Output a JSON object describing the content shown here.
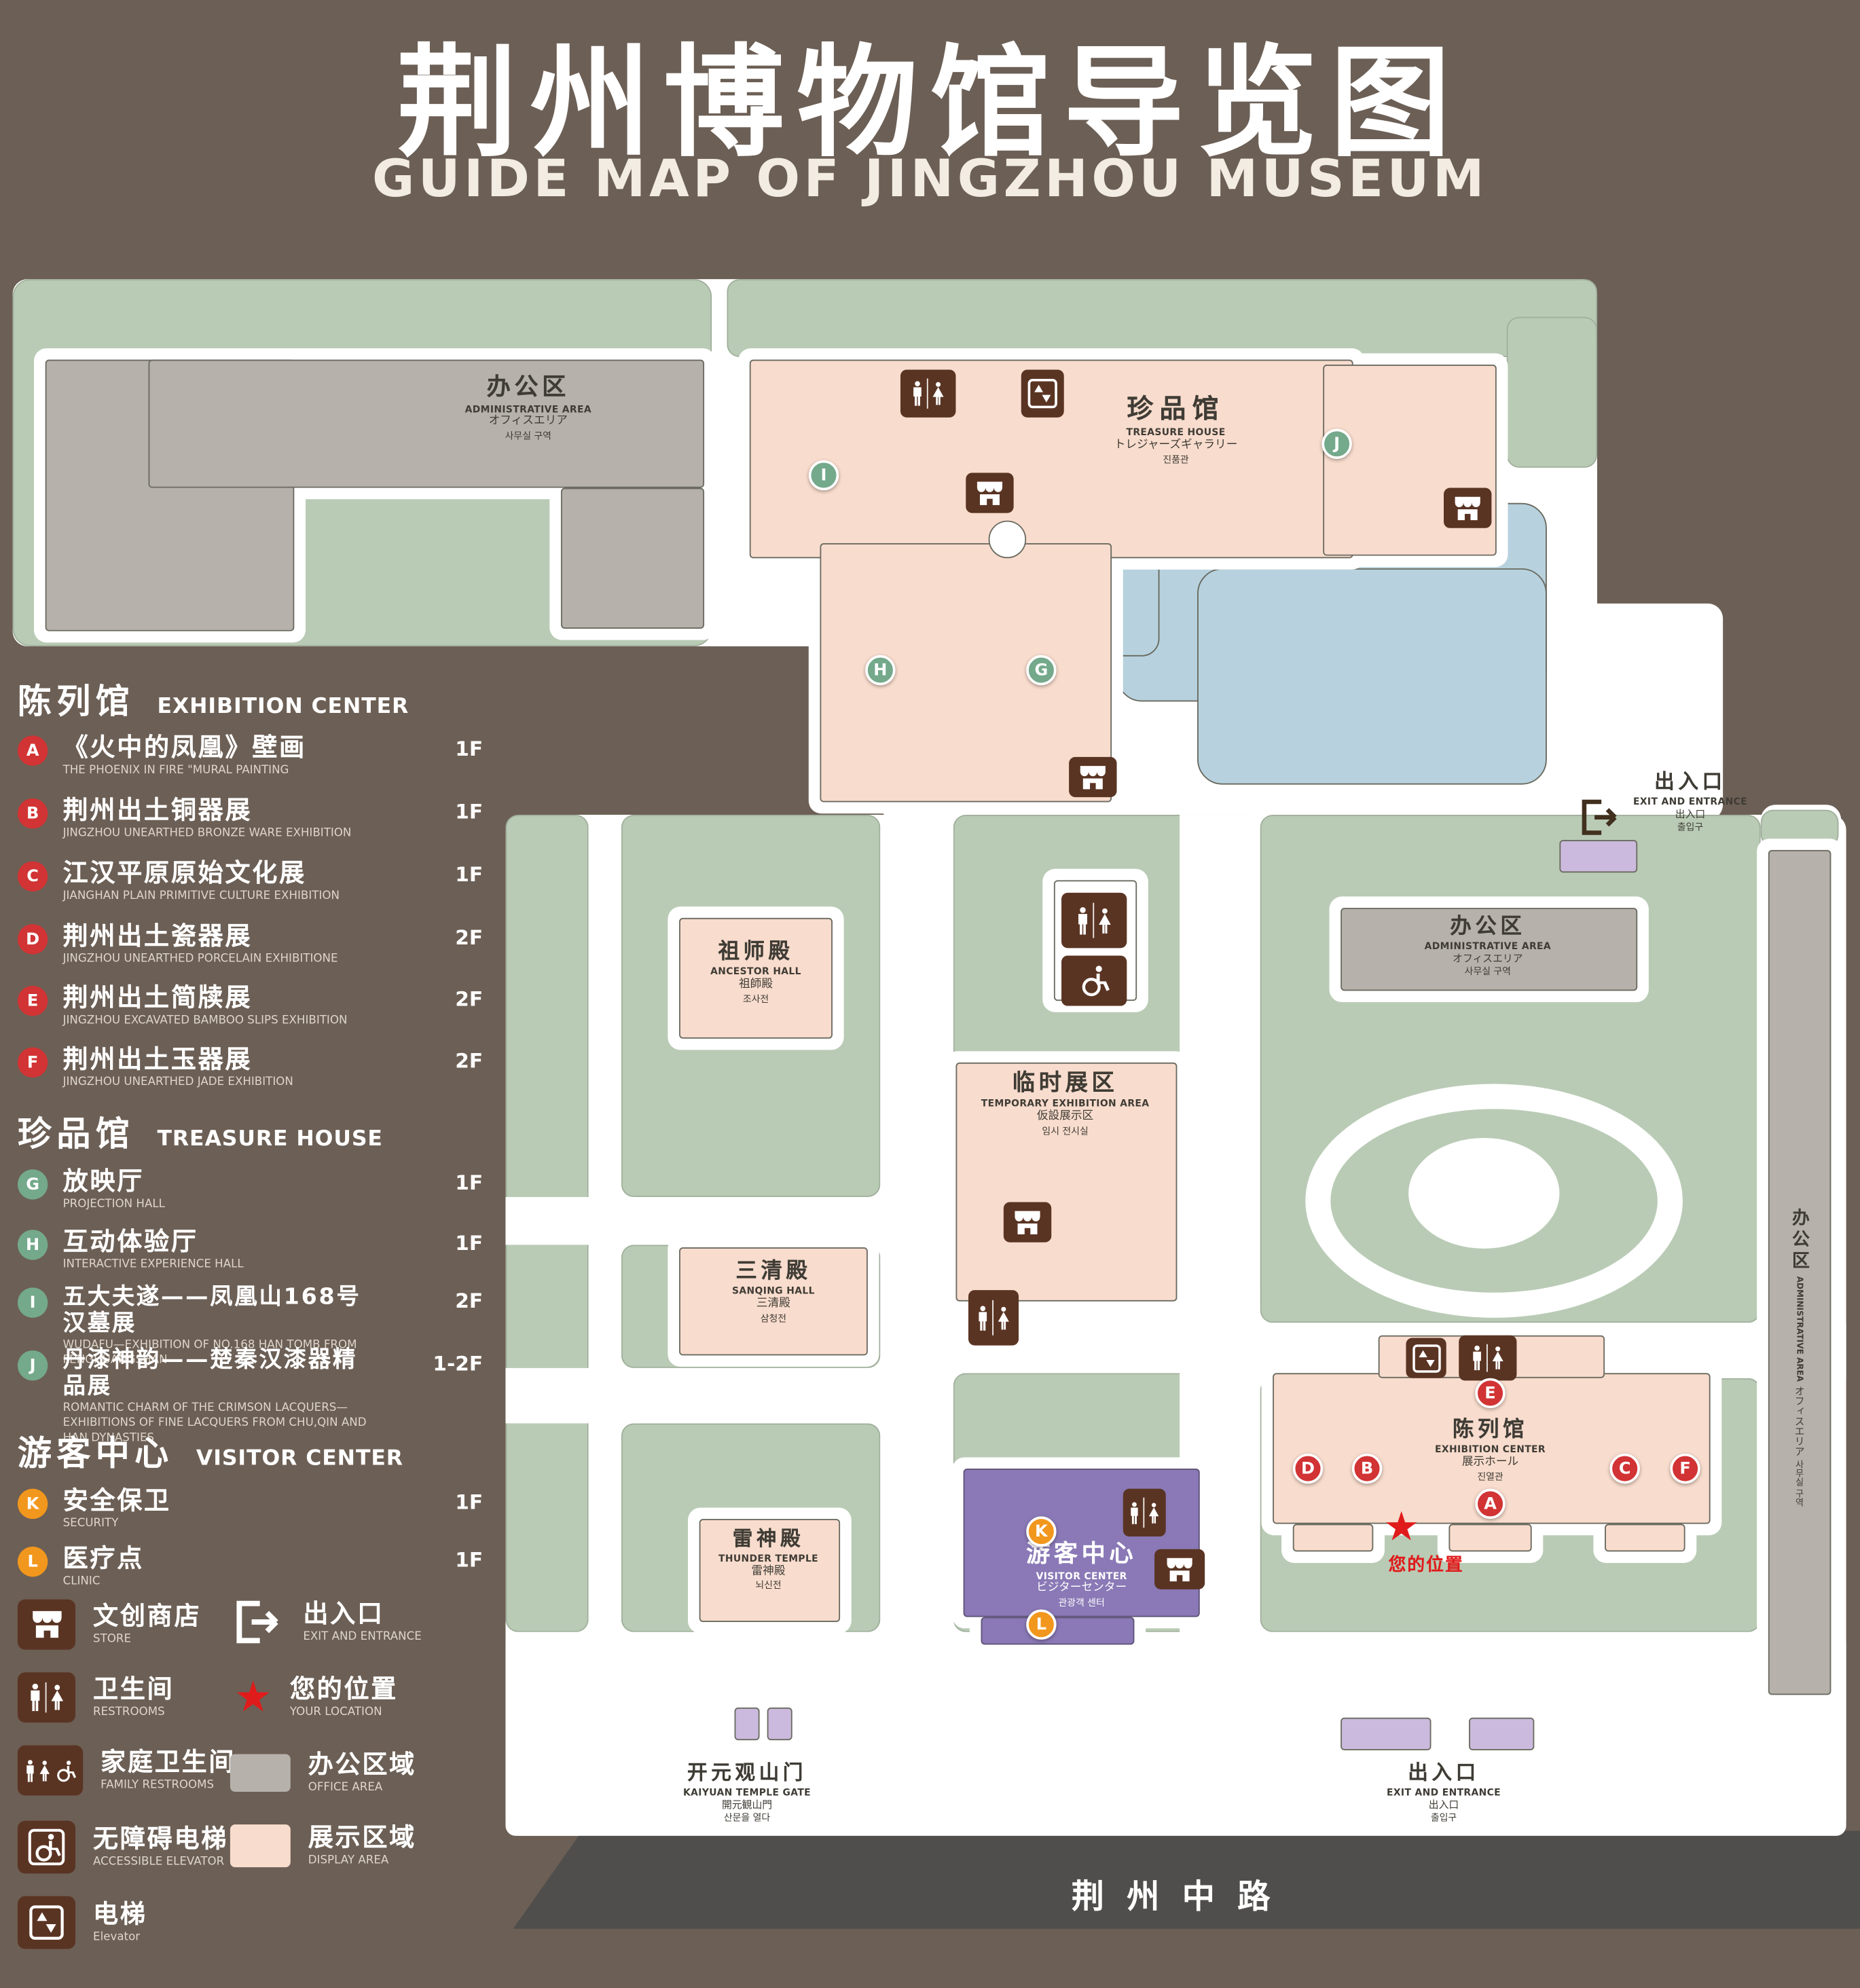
{
  "title": {
    "zh": "荆州博物馆导览图",
    "en": "GUIDE MAP OF JINGZHOU MUSEUM"
  },
  "legend": {
    "sections": [
      {
        "zh": "陈列馆",
        "en": "EXHIBITION CENTER",
        "items": [
          {
            "letter": "A",
            "zh": "《火中的凤凰》壁画",
            "en": "THE PHOENIX IN FIRE \"MURAL PAINTING",
            "floor": "1F"
          },
          {
            "letter": "B",
            "zh": "荆州出土铜器展",
            "en": "JINGZHOU UNEARTHED BRONZE WARE EXHIBITION",
            "floor": "1F"
          },
          {
            "letter": "C",
            "zh": "江汉平原原始文化展",
            "en": "JIANGHAN PLAIN PRIMITIVE CULTURE EXHIBITION",
            "floor": "1F"
          },
          {
            "letter": "D",
            "zh": "荆州出土瓷器展",
            "en": "JINGZHOU UNEARTHED PORCELAIN EXHIBITIONE",
            "floor": "2F"
          },
          {
            "letter": "E",
            "zh": "荆州出土简牍展",
            "en": "JINGZHOU EXCAVATED BAMBOO SLIPS EXHIBITION",
            "floor": "2F"
          },
          {
            "letter": "F",
            "zh": "荆州出土玉器展",
            "en": "JINGZHOU UNEARTHED JADE EXHIBITION",
            "floor": "2F"
          }
        ]
      },
      {
        "zh": "珍品馆",
        "en": "TREASURE HOUSE",
        "items": [
          {
            "letter": "G",
            "zh": "放映厅",
            "en": "PROJECTION HALL",
            "floor": "1F"
          },
          {
            "letter": "H",
            "zh": "互动体验厅",
            "en": "INTERACTIVE EXPERIENCE HALL",
            "floor": "1F"
          },
          {
            "letter": "I",
            "zh": "五大夫遂——凤凰山168号汉墓展",
            "en": "WUDAFU—EXHIBITION OF NO.168 HAN TOMB FROM FENGHUANGSHAN",
            "floor": "2F"
          },
          {
            "letter": "J",
            "zh": "丹漆神韵——楚秦汉漆器精品展",
            "en": "ROMANTIC CHARM OF THE CRIMSON LACQUERS—EXHIBITIONS OF FINE LACQUERS FROM CHU,QIN AND HAN DYNASTIES",
            "floor": "1-2F"
          }
        ]
      },
      {
        "zh": "游客中心",
        "en": "VISITOR CENTER",
        "items": [
          {
            "letter": "K",
            "zh": "安全保卫",
            "en": "SECURITY",
            "floor": "1F"
          },
          {
            "letter": "L",
            "zh": "医疗点",
            "en": "CLINIC",
            "floor": "1F"
          }
        ]
      }
    ],
    "icons": [
      {
        "zh": "文创商店",
        "en": "STORE"
      },
      {
        "zh": "出入口",
        "en": "EXIT AND ENTRANCE"
      },
      {
        "zh": "卫生间",
        "en": "RESTROOMS"
      },
      {
        "zh": "您的位置",
        "en": "YOUR LOCATION"
      },
      {
        "zh": "家庭卫生间",
        "en": "FAMILY RESTROOMS"
      },
      {
        "zh": "办公区域",
        "en": "OFFICE AREA"
      },
      {
        "zh": "无障碍电梯",
        "en": "ACCESSIBLE ELEVATOR"
      },
      {
        "zh": "展示区域",
        "en": "DISPLAY AREA"
      },
      {
        "zh": "电梯",
        "en": "Elevator"
      }
    ]
  },
  "map": {
    "admin_top": {
      "zh": "办公区",
      "en": "ADMINISTRATIVE AREA",
      "jp": "オフィスエリア",
      "kr": "사무실 구역"
    },
    "treasure": {
      "zh": "珍品馆",
      "en": "TREASURE HOUSE",
      "jp": "トレジャーズギャラリー",
      "kr": "진품관"
    },
    "exit_right": {
      "zh": "出入口",
      "en": "EXIT AND ENTRANCE",
      "jp": "出入口",
      "kr": "출입구"
    },
    "admin_right": {
      "zh": "办公区",
      "en": "ADMINISTRATIVE AREA",
      "jp": "オフィスエリア",
      "kr": "사무실 구역"
    },
    "ancestor": {
      "zh": "祖师殿",
      "en": "ANCESTOR HALL",
      "jp": "祖師殿",
      "kr": "조사전"
    },
    "temp": {
      "zh": "临时展区",
      "en": "TEMPORARY EXHIBITION AREA",
      "jp": "仮設展示区",
      "kr": "임시 전시실"
    },
    "sanqing": {
      "zh": "三清殿",
      "en": "SANQING HALL",
      "jp": "三清殿",
      "kr": "삼청전"
    },
    "thunder": {
      "zh": "雷神殿",
      "en": "THUNDER TEMPLE",
      "jp": "雷神殿",
      "kr": "뇌신전"
    },
    "visitor": {
      "zh": "游客中心",
      "en": "VISITOR CENTER",
      "jp": "ビジターセンター",
      "kr": "관광객 센터"
    },
    "exhibition": {
      "zh": "陈列馆",
      "en": "EXHIBITION CENTER",
      "jp": "展示ホール",
      "kr": "진열관"
    },
    "admin_strip": {
      "zh": "办公区",
      "en": "ADMINISTRATIVE AREA",
      "jp": "オフィスエリア",
      "kr": "사무실 구역"
    },
    "gate": {
      "zh": "开元观山门",
      "en": "KAIYUAN TEMPLE GATE",
      "jp": "開元観山門",
      "kr": "산문을 열다"
    },
    "exit_bottom": {
      "zh": "出入口",
      "en": "EXIT AND ENTRANCE",
      "jp": "出入口",
      "kr": "출입구"
    },
    "your_location": "您的位置",
    "road": "荆州中路",
    "markers": {
      "a": "A",
      "b": "B",
      "c": "C",
      "d": "D",
      "e": "E",
      "f": "F",
      "g": "G",
      "h": "H",
      "i": "I",
      "j": "J",
      "k": "K",
      "l": "L"
    }
  },
  "colors": {
    "background": "#6c5f55",
    "lawn": "#b9cbb5",
    "display_area": "#f8dccd",
    "office_area": "#b6b1ab",
    "water": "#b7d2de",
    "visitor_center": "#8a79b6",
    "road": "#4f4e4c",
    "marker_red": "#d23334",
    "marker_green": "#74a98b",
    "marker_orange": "#f2971d",
    "location_red": "#e01b1b"
  }
}
